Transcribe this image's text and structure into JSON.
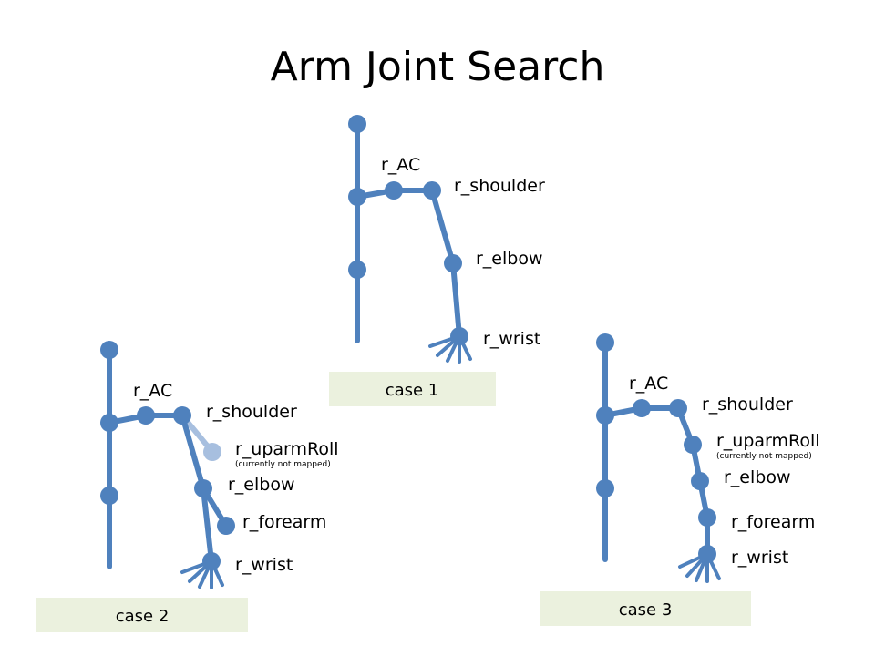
{
  "title": "Arm Joint Search",
  "colors": {
    "bone": "#4f81bd",
    "bone_unmapped": "#a7bfdf",
    "caption_box": "#ebf1de"
  },
  "cases": [
    {
      "caption": "case 1",
      "labels": {
        "ac": "r_AC",
        "shoulder": "r_shoulder",
        "elbow": "r_elbow",
        "wrist": "r_wrist"
      }
    },
    {
      "caption": "case 2",
      "labels": {
        "ac": "r_AC",
        "shoulder": "r_shoulder",
        "uparmroll": "r_uparmRoll",
        "uparmroll_note": "(currently not mapped)",
        "elbow": "r_elbow",
        "forearm": "r_forearm",
        "wrist": "r_wrist"
      }
    },
    {
      "caption": "case 3",
      "labels": {
        "ac": "r_AC",
        "shoulder": "r_shoulder",
        "uparmroll": "r_uparmRoll",
        "uparmroll_note": "(currently not mapped)",
        "elbow": "r_elbow",
        "forearm": "r_forearm",
        "wrist": "r_wrist"
      }
    }
  ]
}
